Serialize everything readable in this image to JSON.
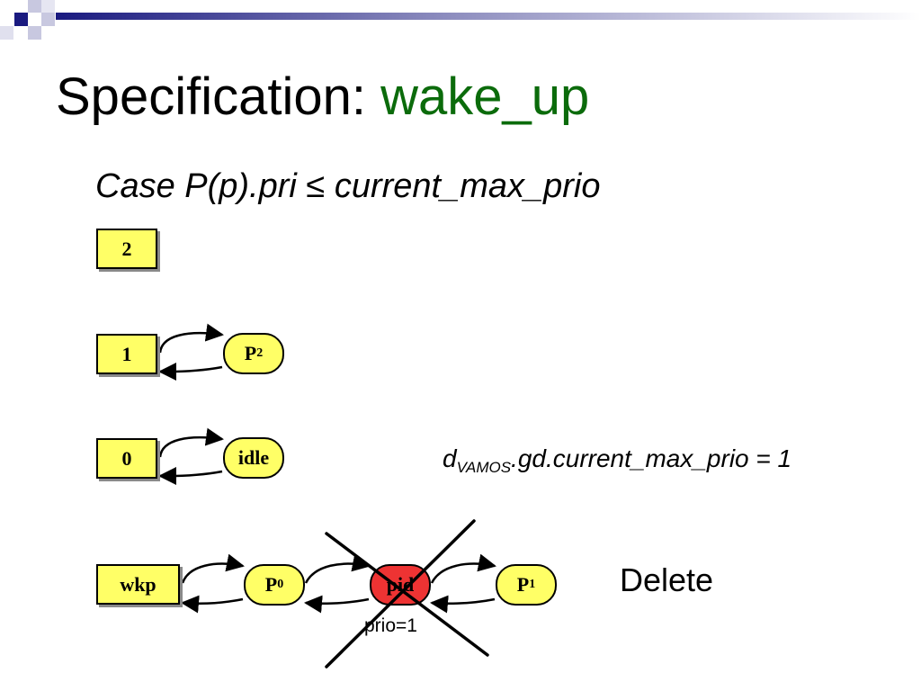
{
  "slide": {
    "title_prefix": "Specification: ",
    "title_keyword": "wake_up",
    "subtitle": "Case P(p).pri ≤ current_max_prio",
    "equation": {
      "d": "d",
      "sub": "VAMOS",
      "rest": ".gd.current_max_prio = 1"
    },
    "delete_label": "Delete",
    "prio_label": "prio=1"
  },
  "diagram": {
    "boxes": {
      "q2": "2",
      "q1": "1",
      "q0": "0",
      "wkp": "wkp"
    },
    "nodes": {
      "p2": {
        "base": "P",
        "sub": "2"
      },
      "idle": {
        "base": "idle"
      },
      "p0": {
        "base": "P",
        "sub": "0"
      },
      "pid": {
        "base": "pid"
      },
      "p1": {
        "base": "P",
        "sub": "1"
      }
    }
  },
  "colors": {
    "box_fill": "#ffff66",
    "removed_node_fill": "#ee3333",
    "keyword": "#0b6b0b",
    "decor_navy": "#1a1a80"
  }
}
